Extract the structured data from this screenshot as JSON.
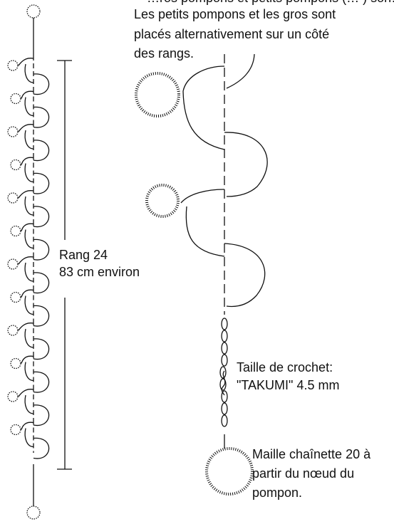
{
  "note_top_cut": "…ros pompons et petits pompons (… ) son…",
  "note_alternate": [
    "Les petits pompons et les gros sont",
    "placés alternativement sur un côté",
    "des rangs."
  ],
  "row_label": "Rang 24",
  "length_label": "83 cm environ",
  "hook_label": "Taille de crochet:",
  "hook_value": "\"TAKUMI\" 4.5 mm",
  "chain_note": [
    "Maille chaînette 20 à",
    "partir du nœud du",
    "pompon."
  ],
  "colors": {
    "ink": "#111111",
    "background": "#ffffff"
  },
  "motifs": {
    "left_column_repeats": 12,
    "chain_stitches_shown": 9
  }
}
